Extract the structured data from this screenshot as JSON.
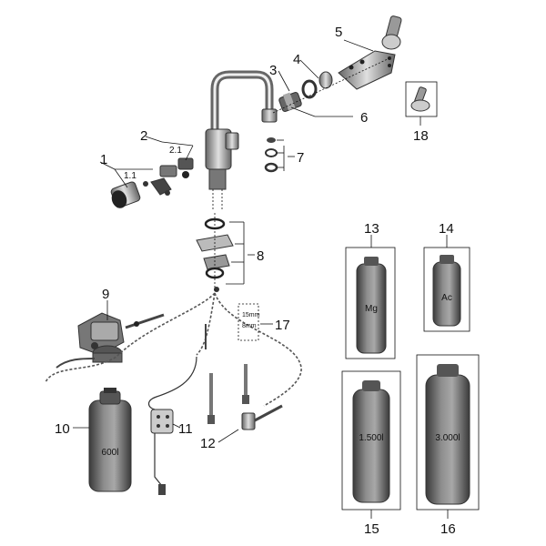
{
  "callouts": {
    "c1": "1",
    "c1_1": "1.1",
    "c2": "2",
    "c2_1": "2.1",
    "c3": "3",
    "c4": "4",
    "c5": "5",
    "c6": "6",
    "c7": "7",
    "c8": "8",
    "c9": "9",
    "c10": "10",
    "c11": "11",
    "c12": "12",
    "c13": "13",
    "c14": "14",
    "c15": "15",
    "c16": "16",
    "c17": "17",
    "c18": "18"
  },
  "cartridges": {
    "mg": "Mg",
    "ac": "Ac",
    "c600": "600l",
    "c1500": "1.500l",
    "c3000": "3.000l"
  },
  "bracket_17": {
    "top": "15mm",
    "bottom": "8mm"
  },
  "colors": {
    "line": "#111111",
    "cartridge_body": "#5a5a5a",
    "cartridge_dark": "#333333",
    "chrome": "#8a8a8a"
  }
}
